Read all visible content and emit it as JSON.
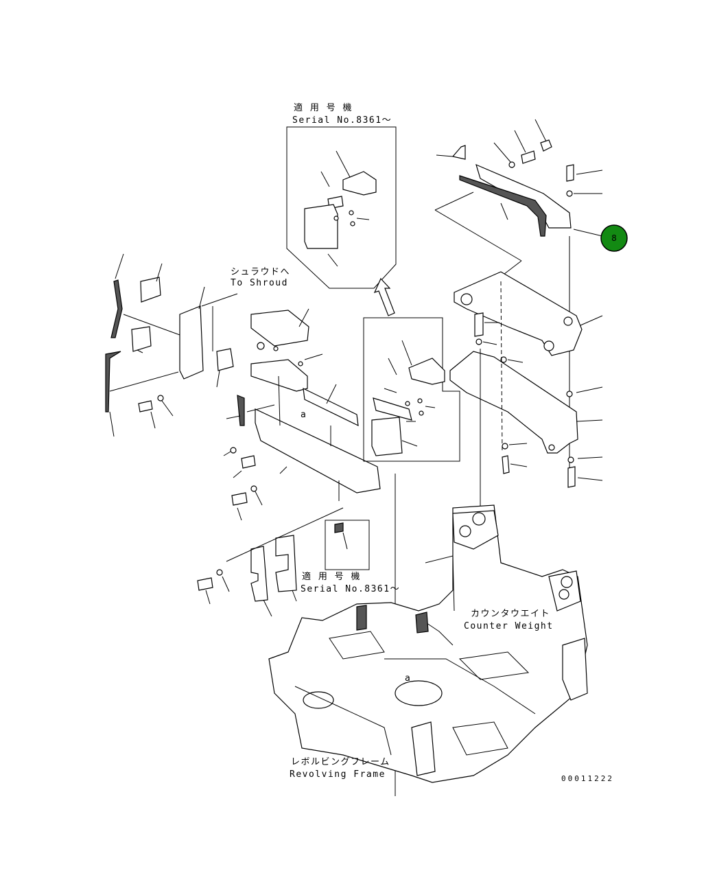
{
  "labels": {
    "serial_top_jp": "適 用 号 機",
    "serial_top_en": "Serial No.8361～",
    "shroud_jp": "シュラウドへ",
    "shroud_en": "To Shroud",
    "marker_a_top": "a",
    "marker_a_bottom": "a",
    "serial_mid_jp": "適 用 号 機",
    "serial_mid_en": "Serial No.8361～",
    "counter_jp": "カウンタウエイト",
    "counter_en": "Counter Weight",
    "frame_jp": "レボルビングフレーム",
    "frame_en": "Revolving Frame",
    "drawing_no": "00011222"
  },
  "callout": {
    "number": "8",
    "color": "#138a13"
  }
}
